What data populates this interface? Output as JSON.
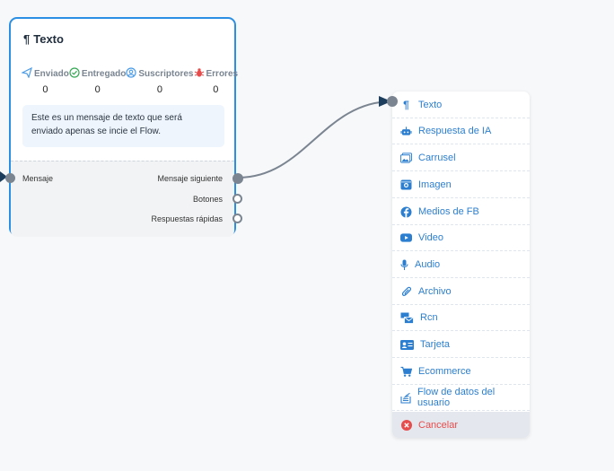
{
  "node": {
    "title": "Texto",
    "stats": [
      {
        "label": "Enviado",
        "value": "0",
        "icon": "send-icon",
        "color": "#4a9be8"
      },
      {
        "label": "Entregado",
        "value": "0",
        "icon": "check-circle-icon",
        "color": "#34a853"
      },
      {
        "label": "Suscriptores",
        "value": "0",
        "icon": "user-circle-icon",
        "color": "#4a9be8"
      },
      {
        "label": "Errores",
        "value": "0",
        "icon": "bug-icon",
        "color": "#e74c4c"
      }
    ],
    "message": "Este es un mensaje de texto que será enviado apenas se incie el Flow.",
    "input_port_label": "Mensaje",
    "output_ports": [
      "Mensaje siguiente",
      "Botones",
      "Respuestas rápidas"
    ]
  },
  "menu": {
    "items": [
      {
        "label": "Texto",
        "icon": "paragraph-icon"
      },
      {
        "label": "Respuesta de IA",
        "icon": "robot-icon"
      },
      {
        "label": "Carrusel",
        "icon": "images-icon"
      },
      {
        "label": "Imagen",
        "icon": "image-icon"
      },
      {
        "label": "Medios de FB",
        "icon": "facebook-icon"
      },
      {
        "label": "Video",
        "icon": "youtube-icon"
      },
      {
        "label": "Audio",
        "icon": "microphone-icon"
      },
      {
        "label": "Archivo",
        "icon": "paperclip-icon"
      },
      {
        "label": "Rcn",
        "icon": "mail-bulk-icon"
      },
      {
        "label": "Tarjeta",
        "icon": "id-card-icon"
      },
      {
        "label": "Ecommerce",
        "icon": "cart-icon"
      },
      {
        "label": "Flow de datos del usuario",
        "icon": "stack-icon"
      }
    ],
    "cancel_label": "Cancelar"
  },
  "colors": {
    "accent": "#2b8fe3",
    "menu_text": "#2c7fd0",
    "danger": "#e74c4c",
    "connector": "#7b8591"
  }
}
